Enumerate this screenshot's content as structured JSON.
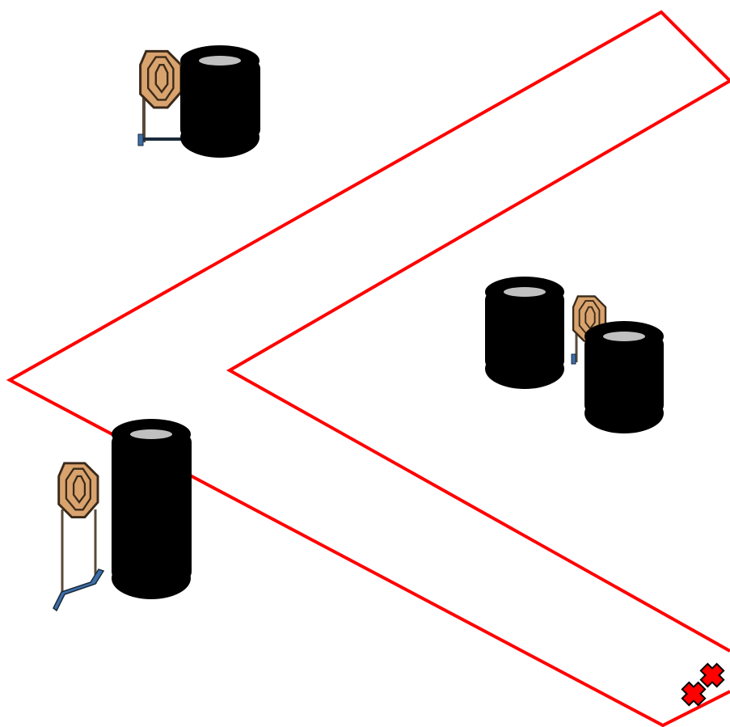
{
  "colors": {
    "background": "#ffffff",
    "boundary": "#ff0000",
    "tire": "#000000",
    "tire_top": "#c0c0c0",
    "target_fill": "#d9a36e",
    "target_stroke": "#3a2a1a",
    "stand_leg": "#5a4a3a",
    "stand_base": "#3d6fa8",
    "fault_mark": "#ff0000"
  },
  "objects": {
    "boundary": {
      "icon": "shooting-area-boundary-line",
      "shape": "chevron"
    },
    "barricades": [
      {
        "name": "tire-stack-top-left",
        "tires": 4
      },
      {
        "name": "tire-stack-right-back",
        "tires": 4
      },
      {
        "name": "tire-stack-right-front",
        "tires": 4
      },
      {
        "name": "tire-stack-bottom-left",
        "tires": 7
      }
    ],
    "targets": [
      {
        "name": "steel-target-top-left",
        "icon": "steel-plate-target-icon"
      },
      {
        "name": "steel-target-right",
        "icon": "steel-plate-target-icon"
      },
      {
        "name": "steel-target-bottom-left",
        "icon": "steel-plate-target-icon"
      }
    ],
    "fault_marks": {
      "icon": "fault-line-x-icon",
      "count": 2
    }
  }
}
